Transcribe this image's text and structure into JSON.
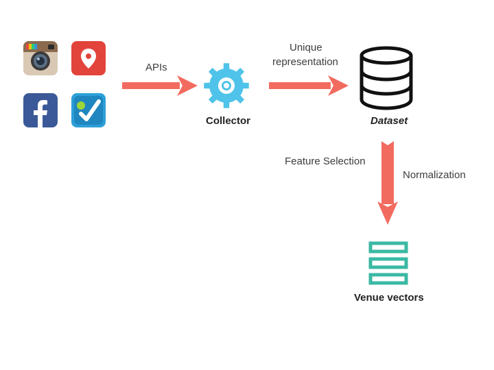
{
  "sources": [
    {
      "icon": "instagram-icon"
    },
    {
      "icon": "map-pin-icon"
    },
    {
      "icon": "facebook-icon"
    },
    {
      "icon": "foursquare-icon"
    }
  ],
  "arrows": {
    "apis_label": "APIs",
    "unique_label_line1": "Unique",
    "unique_label_line2": "representation",
    "feature_label": "Feature Selection",
    "normalization_label": "Normalization"
  },
  "nodes": {
    "collector": {
      "label": "Collector",
      "icon": "gear-icon"
    },
    "dataset": {
      "label": "Dataset",
      "icon": "database-icon"
    },
    "venue_vectors": {
      "label": "Venue vectors",
      "icon": "vector-stack-icon"
    }
  },
  "colors": {
    "arrow": "#f26b5f",
    "collector": "#4fc3e9",
    "venue_vectors": "#3bb9a3",
    "dataset": "#111111"
  }
}
